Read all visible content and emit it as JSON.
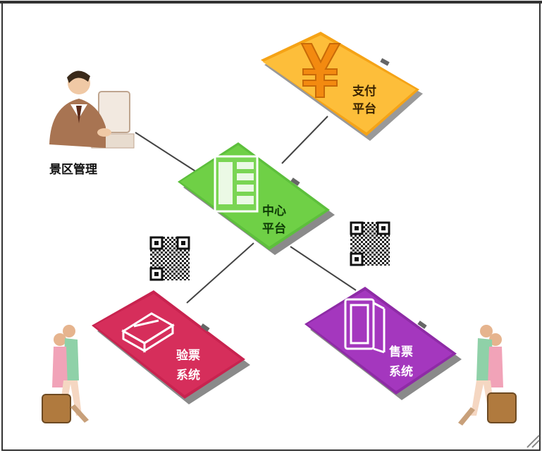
{
  "nodes": {
    "management": {
      "label": "景区管理",
      "icon": "office-worker-icon"
    },
    "payment": {
      "label_line1": "支付",
      "label_line2": "平台",
      "icon": "yen-icon",
      "color": "#F5A316"
    },
    "center": {
      "label_line1": "中心",
      "label_line2": "平台",
      "icon": "document-icon",
      "color": "#5DBF3C"
    },
    "checking": {
      "label_line1": "验票",
      "label_line2": "系统",
      "icon": "scanner-icon",
      "color": "#C8234F"
    },
    "selling": {
      "label_line1": "售票",
      "label_line2": "系统",
      "icon": "ticket-machine-icon",
      "color": "#8E2BA6"
    }
  },
  "decorations": {
    "qr_left": "qr-code-icon",
    "qr_right": "qr-code-icon",
    "tourists_left": "tourist-couple-icon",
    "tourists_right": "tourist-couple-icon"
  }
}
